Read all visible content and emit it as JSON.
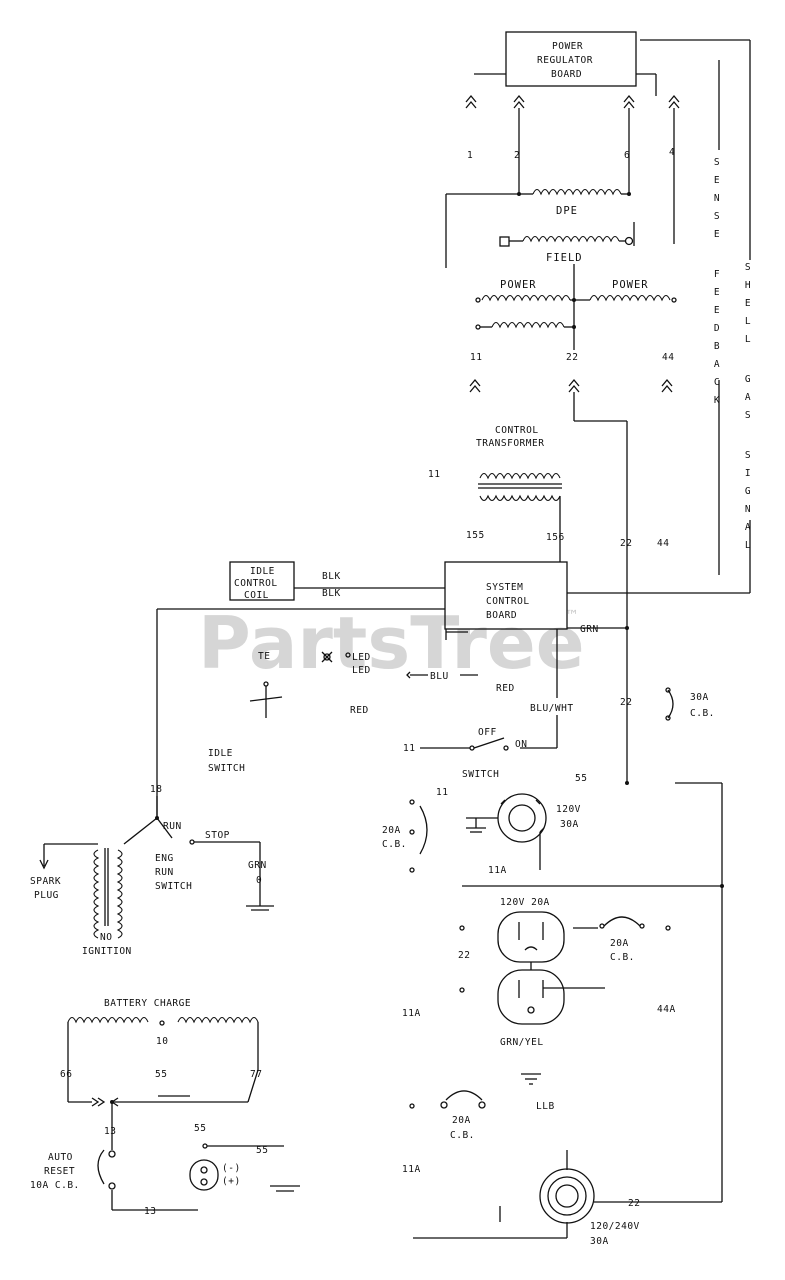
{
  "watermark": {
    "brand": "PartsTree",
    "trademark": "™"
  },
  "labels": {
    "power_regulator_board": [
      "POWER",
      "REGULATOR",
      "BOARD"
    ],
    "dpe": "DPE",
    "field": "FIELD",
    "power_left": "POWER",
    "power_right": "POWER",
    "control_transformer": [
      "CONTROL",
      "TRANSFORMER"
    ],
    "system_control_board": [
      "SYSTEM",
      "CONTROL",
      "BOARD"
    ],
    "idle_control_coil": [
      "IDLE",
      "CONTROL",
      "COIL"
    ],
    "blk_top": "BLK",
    "blk_bottom": "BLK",
    "grn_board": "GRN",
    "led": [
      "LED",
      "LED"
    ],
    "blu": "BLU",
    "red_right": "RED",
    "red_left": "RED",
    "blu_wht": "BLU/WHT",
    "off": "OFF",
    "on": "ON",
    "switch": "SWITCH",
    "idle_switch": [
      "IDLE",
      "SWITCH"
    ],
    "cb_30a": [
      "30A",
      "C.B."
    ],
    "cb_20a_left": [
      "20A",
      "C.B."
    ],
    "receptacle_30a": [
      "120V",
      "30A"
    ],
    "run": "RUN",
    "stop": "STOP",
    "eng_run_switch": [
      "ENG",
      "RUN",
      "SWITCH"
    ],
    "grn_eng": [
      "GRN",
      "0"
    ],
    "spark_plug": [
      "SPARK",
      "PLUG"
    ],
    "ignition": [
      "NO",
      "IGNITION"
    ],
    "receptacle_20a_top": "120V 20A",
    "grn_yel": "GRN/YEL",
    "cb_20a_right": [
      "20A",
      "C.B."
    ],
    "battery_charge": "BATTERY CHARGE",
    "auto_reset": [
      "AUTO",
      "RESET",
      "10A C.B."
    ],
    "receptacle_30a_bottom": [
      "120/240V",
      "30A"
    ],
    "vertical_left": "SENSE FEEDBACK",
    "vertical_right": "SHELL GAS SIGNAL"
  },
  "wire_numbers": {
    "w1": "1",
    "w2": "2",
    "w6": "6",
    "w4": "4",
    "w11a": "11",
    "w22a": "22",
    "w44a": "44",
    "w11b": "11",
    "w155": "155",
    "w156": "156",
    "w22b": "22",
    "w44b": "44",
    "w22c": "22",
    "w18": "18",
    "w11c": "11",
    "w11d": "11",
    "w55a": "55",
    "w11A_a": "11A",
    "w22d": "22",
    "w11A_b": "11A",
    "w44A": "44A",
    "w66": "66",
    "w55b": "55",
    "w77": "77",
    "w13a": "13",
    "w55c": "55",
    "w55d": "55",
    "w13b": "13",
    "w11A_c": "11A",
    "w22e": "22",
    "wlb": "LLB",
    "w10": "10"
  }
}
